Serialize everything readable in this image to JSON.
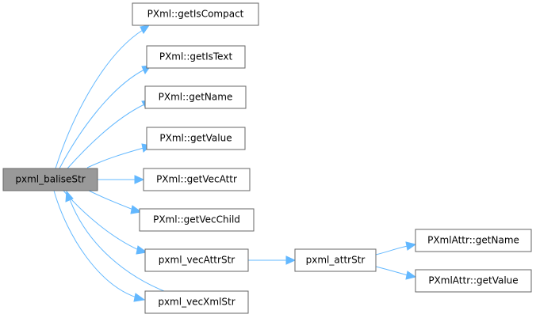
{
  "graph": {
    "nodes": {
      "root": {
        "label": "pxml_baliseStr"
      },
      "getIsCompact": {
        "label": "PXml::getIsCompact"
      },
      "getIsText": {
        "label": "PXml::getIsText"
      },
      "getName": {
        "label": "PXml::getName"
      },
      "getValue": {
        "label": "PXml::getValue"
      },
      "getVecAttr": {
        "label": "PXml::getVecAttr"
      },
      "getVecChild": {
        "label": "PXml::getVecChild"
      },
      "vecAttrStr": {
        "label": "pxml_vecAttrStr"
      },
      "vecXmlStr": {
        "label": "pxml_vecXmlStr"
      },
      "attrStr": {
        "label": "pxml_attrStr"
      },
      "attrGetName": {
        "label": "PXmlAttr::getName"
      },
      "attrGetValue": {
        "label": "PXmlAttr::getValue"
      }
    },
    "edges": [
      {
        "from": "root",
        "to": "getIsCompact"
      },
      {
        "from": "root",
        "to": "getIsText"
      },
      {
        "from": "root",
        "to": "getName"
      },
      {
        "from": "root",
        "to": "getValue"
      },
      {
        "from": "root",
        "to": "getVecAttr"
      },
      {
        "from": "root",
        "to": "getVecChild"
      },
      {
        "from": "root",
        "to": "vecAttrStr"
      },
      {
        "from": "root",
        "to": "vecXmlStr"
      },
      {
        "from": "vecXmlStr",
        "to": "root"
      },
      {
        "from": "vecAttrStr",
        "to": "attrStr"
      },
      {
        "from": "attrStr",
        "to": "attrGetName"
      },
      {
        "from": "attrStr",
        "to": "attrGetValue"
      }
    ],
    "colors": {
      "edge": "#63b8ff",
      "node_border": "#666666",
      "root_fill": "#999999"
    }
  }
}
